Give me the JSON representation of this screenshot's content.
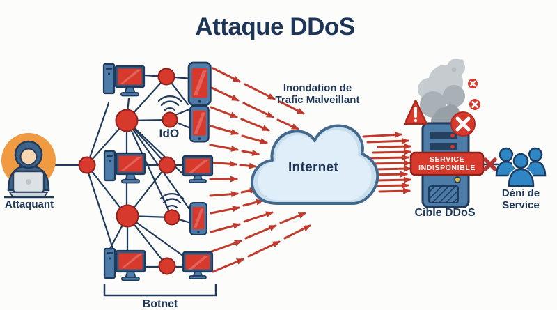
{
  "title": "Attaque DDoS",
  "attacker": {
    "label": "Attaquant"
  },
  "botnet": {
    "label": "Botnet",
    "iot_label": "IdO"
  },
  "traffic": {
    "line1": "Inondation de",
    "line2": "Trafic Malveillant"
  },
  "internet": {
    "label": "Internet"
  },
  "target": {
    "label": "Cible DDoS",
    "banner": {
      "line1": "SERVICE",
      "line2": "INDISPONIBLE"
    }
  },
  "denial": {
    "line1": "Déni de",
    "line2": "Service"
  },
  "icons": {
    "attacker": "hooded-attacker-icon",
    "botnet_devices": [
      "desktop-computer-icon",
      "smartphone-icon",
      "monitor-icon",
      "wifi-icon",
      "bot-node-icon"
    ],
    "cloud": "internet-cloud-icon",
    "server": "server-tower-icon",
    "smoke": "smoke-icon",
    "warning": "warning-triangle-icon",
    "error": "error-x-icon",
    "users": "user-group-icon"
  },
  "colors": {
    "background": "#fcfcfa",
    "navy": "#1d3557",
    "line_navy": "#203a5c",
    "red": "#d8392d",
    "dark_red": "#9b2318",
    "arrow_red": "#c0392b",
    "steel_blue": "#4d7ca8",
    "orange": "#f09a41",
    "cloud_blue": "#cadfee",
    "people_blue": "#2e86c5",
    "smoke_gray": "#aab1b6",
    "banner_red": "#d8392d"
  }
}
